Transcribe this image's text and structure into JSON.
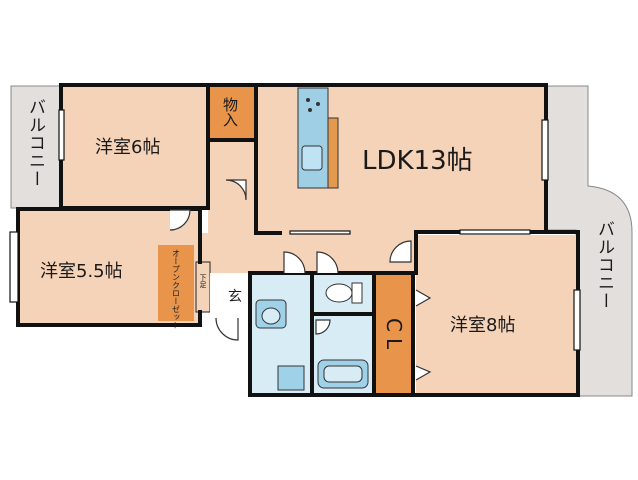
{
  "rooms": {
    "balcony_left": "バルコニー",
    "balcony_right": "バルコニー",
    "western_6": "洋室6帖",
    "storage": "物入",
    "ldk": "LDK13帖",
    "western_55": "洋室5.5帖",
    "open_closet": "オープンクローゼット",
    "shoe_box": "下足",
    "entrance": "玄",
    "closet": "CL",
    "western_8": "洋室8帖"
  },
  "colors": {
    "room": "#f5d3b8",
    "closet": "#e8944a",
    "balcony": "#e2dfdc",
    "wet_area": "#d8ecf6",
    "fixture": "#9fd1e8",
    "wall": "#111111",
    "kitchen_counter": "#9fcfe4",
    "kitchen_wood": "#e39a4e"
  },
  "icons": {
    "kitchen": "kitchen-counter-icon",
    "sink": "sink-icon",
    "toilet": "toilet-icon",
    "bath": "bathtub-icon",
    "washer": "washing-machine-icon"
  }
}
